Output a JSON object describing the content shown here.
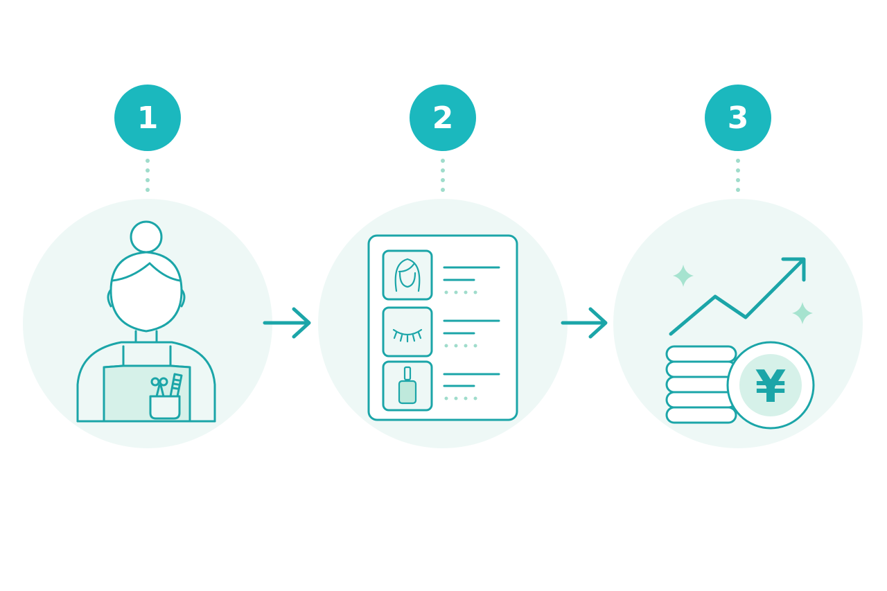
{
  "steps": [
    {
      "number": "1",
      "icon": "beautician-icon"
    },
    {
      "number": "2",
      "icon": "service-menu-icon"
    },
    {
      "number": "3",
      "icon": "revenue-growth-icon"
    }
  ],
  "currency_symbol": "¥",
  "colors": {
    "stroke": "#1ba5a8",
    "badge": "#1bb8be",
    "circle_fill": "#eef8f6",
    "soft_fill": "#d6f1e9",
    "dots": "#9fdccb",
    "sparkle": "#a6e3cf"
  }
}
